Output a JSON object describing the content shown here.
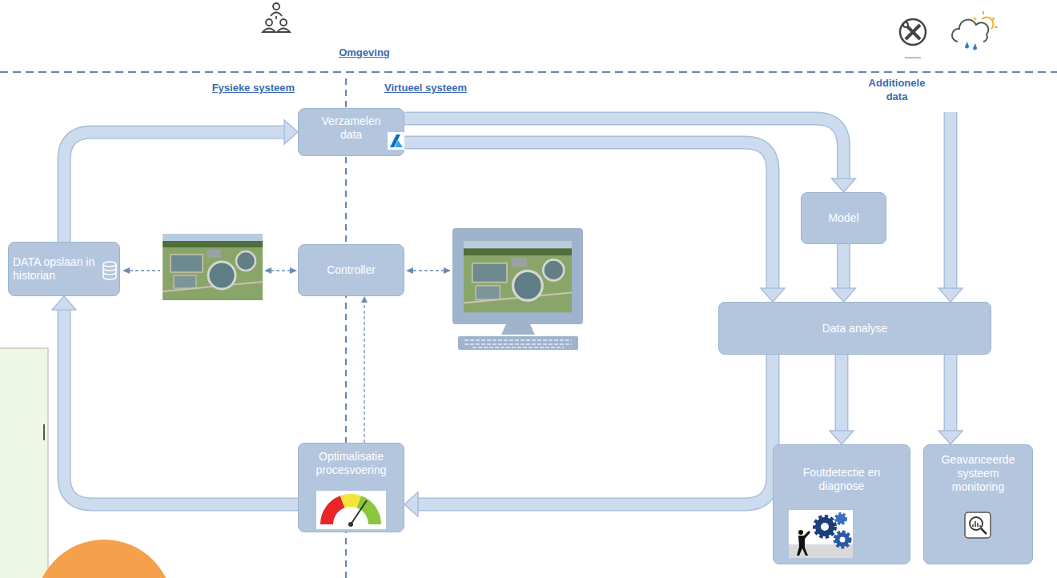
{
  "diagram": {
    "nodes": [
      {
        "text": [
          "Verzamelen data"
        ]
      },
      {
        "text": [
          "Model"
        ]
      },
      {
        "text": [
          "DATA opslaan in historian"
        ]
      },
      {
        "text": [
          "Controller"
        ]
      },
      {
        "text": [
          "Data analyse"
        ]
      },
      {
        "text": [
          "Optimalisatie procesvoering"
        ]
      },
      {
        "text": [
          "Foutdetectie en diagnose"
        ]
      },
      {
        "text": [
          "Geavanceerde systeem monitoring"
        ]
      }
    ],
    "edges": [
      {
        "from": 0,
        "to": 1,
        "arrow": "to"
      },
      {
        "from": 0,
        "to": 4,
        "arrow": "to"
      },
      {
        "from": 1,
        "to": 4,
        "arrow": "to"
      },
      {
        "from": 4,
        "to": 6,
        "arrow": "to"
      },
      {
        "from": 4,
        "to": 7,
        "arrow": "to"
      },
      {
        "from": 4,
        "to": 5,
        "arrow": "to"
      },
      {
        "from": 5,
        "to": 2,
        "arrow": "to"
      },
      {
        "from": 2,
        "to": 0,
        "arrow": "to"
      },
      {
        "from": 5,
        "to": 3,
        "arrow": "to"
      }
    ],
    "labels": [
      "Omgeving",
      "Fysieke systeem",
      "Virtueel systeem",
      "Additionele data"
    ]
  }
}
